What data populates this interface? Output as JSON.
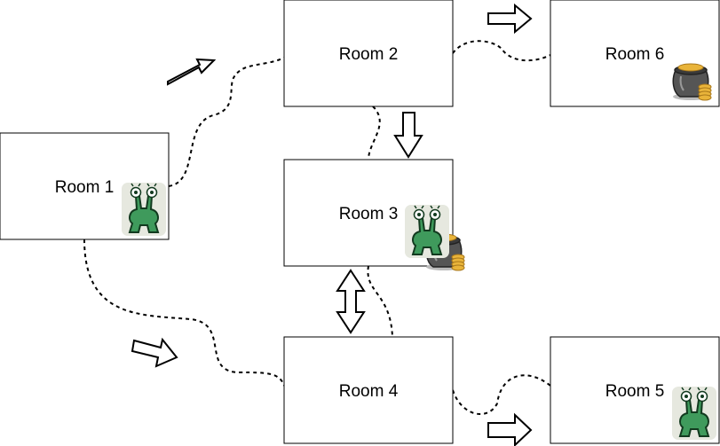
{
  "rooms": [
    {
      "id": "room-1",
      "label": "Room 1"
    },
    {
      "id": "room-2",
      "label": "Room 2"
    },
    {
      "id": "room-3",
      "label": "Room 3"
    },
    {
      "id": "room-4",
      "label": "Room 4"
    },
    {
      "id": "room-5",
      "label": "Room 5"
    },
    {
      "id": "room-6",
      "label": "Room 6"
    }
  ],
  "icons": {
    "alien": "alien-icon",
    "gold": "pot-of-gold-icon"
  }
}
